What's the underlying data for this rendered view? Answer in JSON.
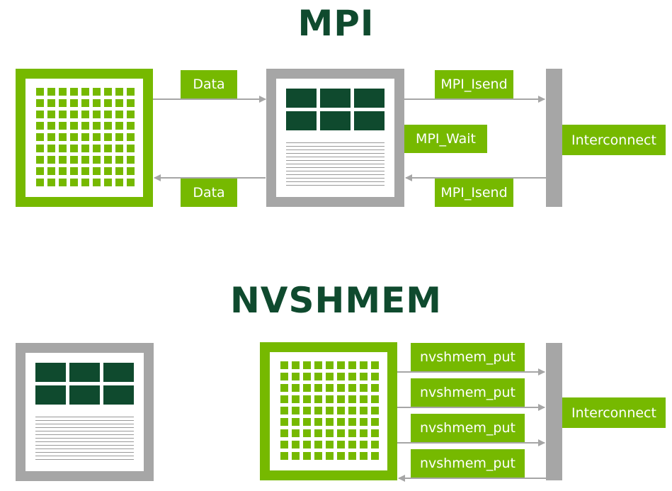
{
  "mpi": {
    "title": "MPI",
    "data_top": "Data",
    "data_bottom": "Data",
    "isend_top": "MPI_Isend",
    "wait": "MPI_Wait",
    "isend_bottom": "MPI_Isend",
    "interconnect": "Interconnect"
  },
  "nvshmem": {
    "title": "NVSHMEM",
    "put_labels": [
      "nvshmem_put",
      "nvshmem_put",
      "nvshmem_put",
      "nvshmem_put"
    ],
    "interconnect": "Interconnect"
  },
  "colors": {
    "green": "#76b900",
    "dark_green": "#0f4a2e",
    "gray": "#a6a6a6",
    "arrow": "#a6a6a6"
  },
  "icons": {
    "gpu": "gpu-grid-icon",
    "cpu": "cpu-memory-icon"
  }
}
